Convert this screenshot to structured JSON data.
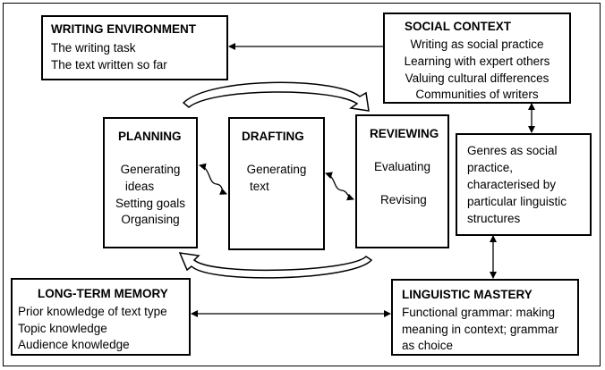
{
  "writing_environment": {
    "title": "WRITING ENVIRONMENT",
    "lines": [
      "The writing task",
      "The text written so far"
    ]
  },
  "social_context": {
    "title": "SOCIAL CONTEXT",
    "lines": [
      "Writing as social practice",
      "Learning with expert others",
      "Valuing cultural differences",
      "Communities of writers"
    ]
  },
  "planning": {
    "title": "PLANNING",
    "lines": [
      "Generating",
      "ideas",
      "Setting goals",
      "Organising"
    ]
  },
  "drafting": {
    "title": "DRAFTING",
    "lines": [
      "Generating",
      "text"
    ]
  },
  "reviewing": {
    "title": "REVIEWING",
    "lines": [
      "Evaluating",
      "Revising"
    ]
  },
  "genres": {
    "lines": [
      "Genres as social",
      "practice,",
      "characterised by",
      "particular linguistic",
      "structures"
    ]
  },
  "long_term_memory": {
    "title": "LONG-TERM MEMORY",
    "lines": [
      "Prior knowledge of text type",
      "Topic knowledge",
      "Audience knowledge"
    ]
  },
  "linguistic_mastery": {
    "title": "LINGUISTIC MASTERY",
    "lines": [
      "Functional grammar: making",
      "meaning in context; grammar",
      "as choice"
    ]
  }
}
